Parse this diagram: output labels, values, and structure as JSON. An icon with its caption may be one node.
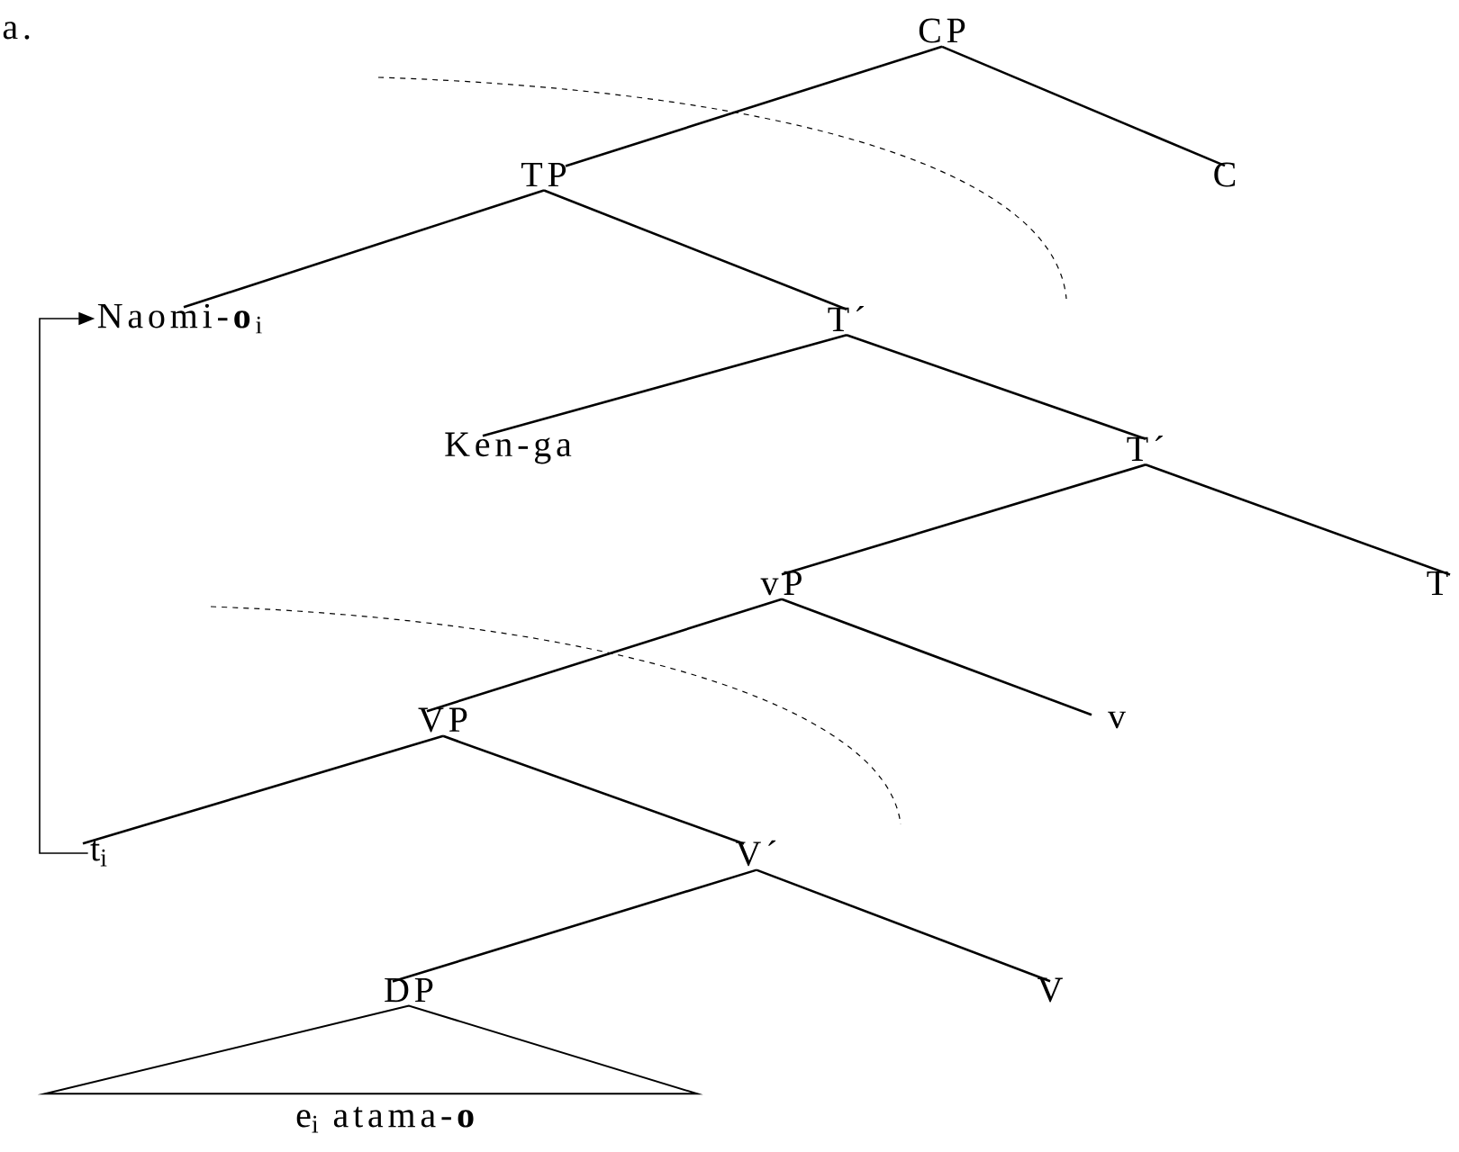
{
  "diagram": {
    "nodes": [
      {
        "text": [
          "CP"
        ]
      },
      {
        "text": [
          "TP"
        ]
      },
      {
        "text": [
          "C"
        ]
      },
      {
        "text": [
          "Naomi-**o**$_{i}$"
        ]
      },
      {
        "text": [
          "T´"
        ]
      },
      {
        "text": [
          "Ken-ga"
        ]
      },
      {
        "text": [
          "T´"
        ]
      },
      {
        "text": [
          "vP"
        ]
      },
      {
        "text": [
          "T"
        ]
      },
      {
        "text": [
          "VP"
        ]
      },
      {
        "text": [
          "v"
        ]
      },
      {
        "text": [
          "t$_{i}$"
        ]
      },
      {
        "text": [
          "V´"
        ]
      },
      {
        "text": [
          "DP"
        ]
      },
      {
        "text": [
          "V"
        ]
      },
      {
        "text": [
          "e$_{i}$ atama-**o**"
        ]
      }
    ],
    "edges": [
      {
        "from": 0,
        "to": 1,
        "arrow": "none"
      },
      {
        "from": 0,
        "to": 2,
        "arrow": "none"
      },
      {
        "from": 1,
        "to": 3,
        "arrow": "none"
      },
      {
        "from": 1,
        "to": 4,
        "arrow": "none"
      },
      {
        "from": 4,
        "to": 5,
        "arrow": "none"
      },
      {
        "from": 4,
        "to": 6,
        "arrow": "none"
      },
      {
        "from": 6,
        "to": 7,
        "arrow": "none"
      },
      {
        "from": 6,
        "to": 8,
        "arrow": "none"
      },
      {
        "from": 7,
        "to": 9,
        "arrow": "none"
      },
      {
        "from": 7,
        "to": 10,
        "arrow": "none"
      },
      {
        "from": 9,
        "to": 11,
        "arrow": "none"
      },
      {
        "from": 9,
        "to": 12,
        "arrow": "none"
      },
      {
        "from": 12,
        "to": 13,
        "arrow": "none"
      },
      {
        "from": 12,
        "to": 14,
        "arrow": "none"
      },
      {
        "from": 13,
        "to": 15,
        "arrow": "none"
      },
      {
        "from": 11,
        "to": 3,
        "arrow": "to"
      }
    ],
    "labels": [
      "a."
    ]
  }
}
